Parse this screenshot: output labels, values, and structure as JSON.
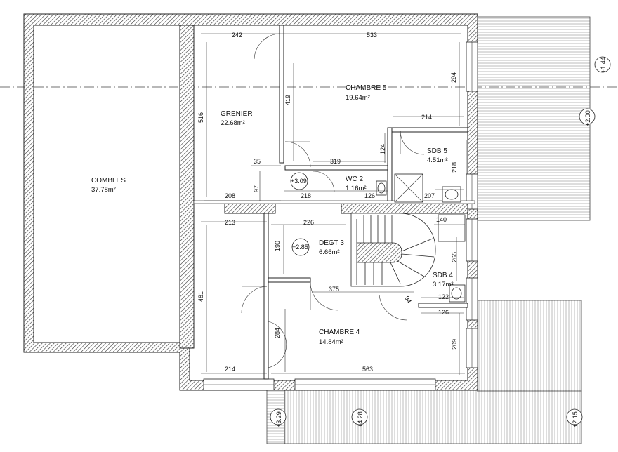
{
  "rooms": {
    "combles": {
      "name": "COMBLES",
      "area": "37.78m²"
    },
    "grenier": {
      "name": "GRENIER",
      "area": "22.68m²"
    },
    "chambre5": {
      "name": "CHAMBRE 5",
      "area": "19.64m²"
    },
    "sdb5": {
      "name": "SDB 5",
      "area": "4.51m²"
    },
    "wc2": {
      "name": "WC 2",
      "area": "1.16m²"
    },
    "degt3": {
      "name": "DEGT 3",
      "area": "6.66m²"
    },
    "sdb4": {
      "name": "SDB 4",
      "area": "3.17m²"
    },
    "chambre4": {
      "name": "CHAMBRE 4",
      "area": "14.84m²"
    }
  },
  "dimensions": {
    "d242": "242",
    "d533": "533",
    "d516": "516",
    "d419": "419",
    "d294": "294",
    "d214a": "214",
    "d124": "124",
    "d218a": "218",
    "d35": "35",
    "d319": "319",
    "d97": "97",
    "d208": "208",
    "d218b": "218",
    "d126a": "126",
    "d207": "207",
    "d213": "213",
    "d226": "226",
    "d140": "140",
    "d190": "190",
    "d265": "265",
    "d481": "481",
    "d375": "375",
    "d94": "94",
    "d122": "122",
    "d126b": "126",
    "d284": "284",
    "d209": "209",
    "d214b": "214",
    "d563": "563"
  },
  "levels": {
    "l309": "+3.09",
    "l285": "+2.85",
    "l144": "+1.44",
    "l200": "+2.00",
    "l329": "+3.29",
    "l428": "+4.28",
    "l215": "+2.15"
  },
  "colors": {
    "wall_hatch": "#333333",
    "line": "#222222",
    "background": "#ffffff"
  }
}
